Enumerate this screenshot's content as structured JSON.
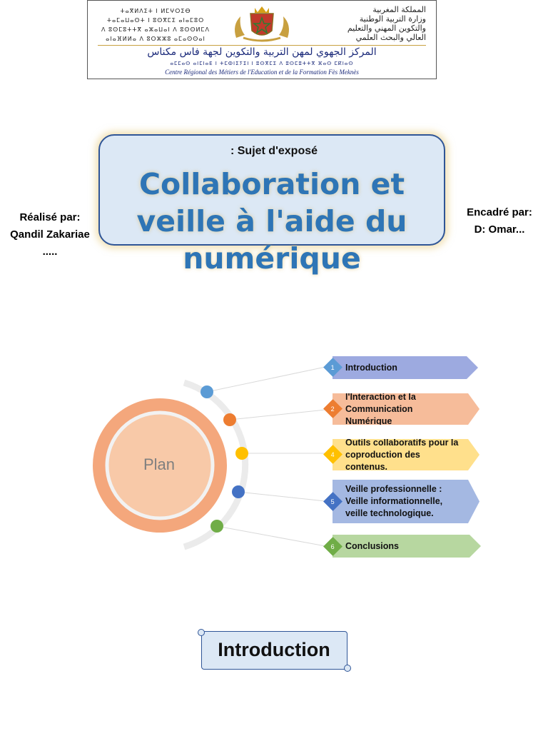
{
  "header": {
    "tifinagh_lines": [
      "ⵜⴰⴳⵍⴷⵉⵜ ⵏ ⵍⵎⵖⵔⵉⴱ",
      "ⵜⴰⵎⴰⵡⴰⵙⵜ ⵏ ⵓⵙⴳⵎⵉ ⴰⵏⴰⵎⵓⵔ",
      "ⴷ ⵓⵙⵎⵓⵜⵜⴳ ⴰⵣⴰⵡⴰⵏ ⴷ ⵓⵙⵙⵍⵎⴷ",
      "ⴰⵏⴰⴼⵍⵍⴰ ⴷ ⵓⵔⵣⵣⵓ ⴰⵎⴰⵙⵙⴰⵏ"
    ],
    "arabic_lines": [
      "المملكة المغربية",
      "وزارة التربية الوطنية",
      "والتكوين المهني والتعليم",
      "العالي والبحث العلمي"
    ],
    "arabic_center": "المركز الجهوي لمهن التربية والتكوين لجهة فاس مكناس",
    "tifinagh_center": "ⴰⵎⵎⴰⵙ ⴰⵏⵎⵏⴰⴹ ⵏ ⵜⵎⵀⵏⵉⵢⵉⵏ ⵏ ⵓⵙⴳⵎⵉ ⴷ ⵓⵙⵎⵓⵜⵜⴳ ⴼⴰⵙ ⵎⴽⵏⴰⵙ",
    "french_center": "Centre Régional des Métiers de l'Education et de la Formation Fès Meknès"
  },
  "subject_label": ": Sujet d'exposé",
  "title_lines": [
    "Collaboration et",
    "veille à l'aide du",
    "numérique"
  ],
  "author": {
    "lines": [
      "Réalisé par:",
      "Qandil Zakariae",
      "....."
    ]
  },
  "supervisor": {
    "lines": [
      "Encadré par:",
      "D: Omar..."
    ]
  },
  "plan": {
    "label": "Plan",
    "items": [
      {
        "number": "1",
        "lines": [
          "Introduction"
        ],
        "color": "#9daae0",
        "badge_color": "#5b9bd5"
      },
      {
        "number": "2",
        "lines": [
          "l'Interaction et la",
          "Communication Numérique"
        ],
        "color": "#f6bc9a",
        "badge_color": "#ed7d31"
      },
      {
        "number": "4",
        "lines": [
          "Outils collaboratifs pour la",
          "coproduction des contenus."
        ],
        "color": "#ffe08c",
        "badge_color": "#ffc000"
      },
      {
        "number": "5",
        "lines": [
          "Veille professionnelle :",
          "Veille informationnelle,",
          "veille technologique."
        ],
        "color": "#a4b8e2",
        "badge_color": "#4472c4"
      },
      {
        "number": "6",
        "lines": [
          "Conclusions"
        ],
        "color": "#b7d7a0",
        "badge_color": "#70ad47"
      }
    ]
  },
  "section_heading": "Introduction"
}
